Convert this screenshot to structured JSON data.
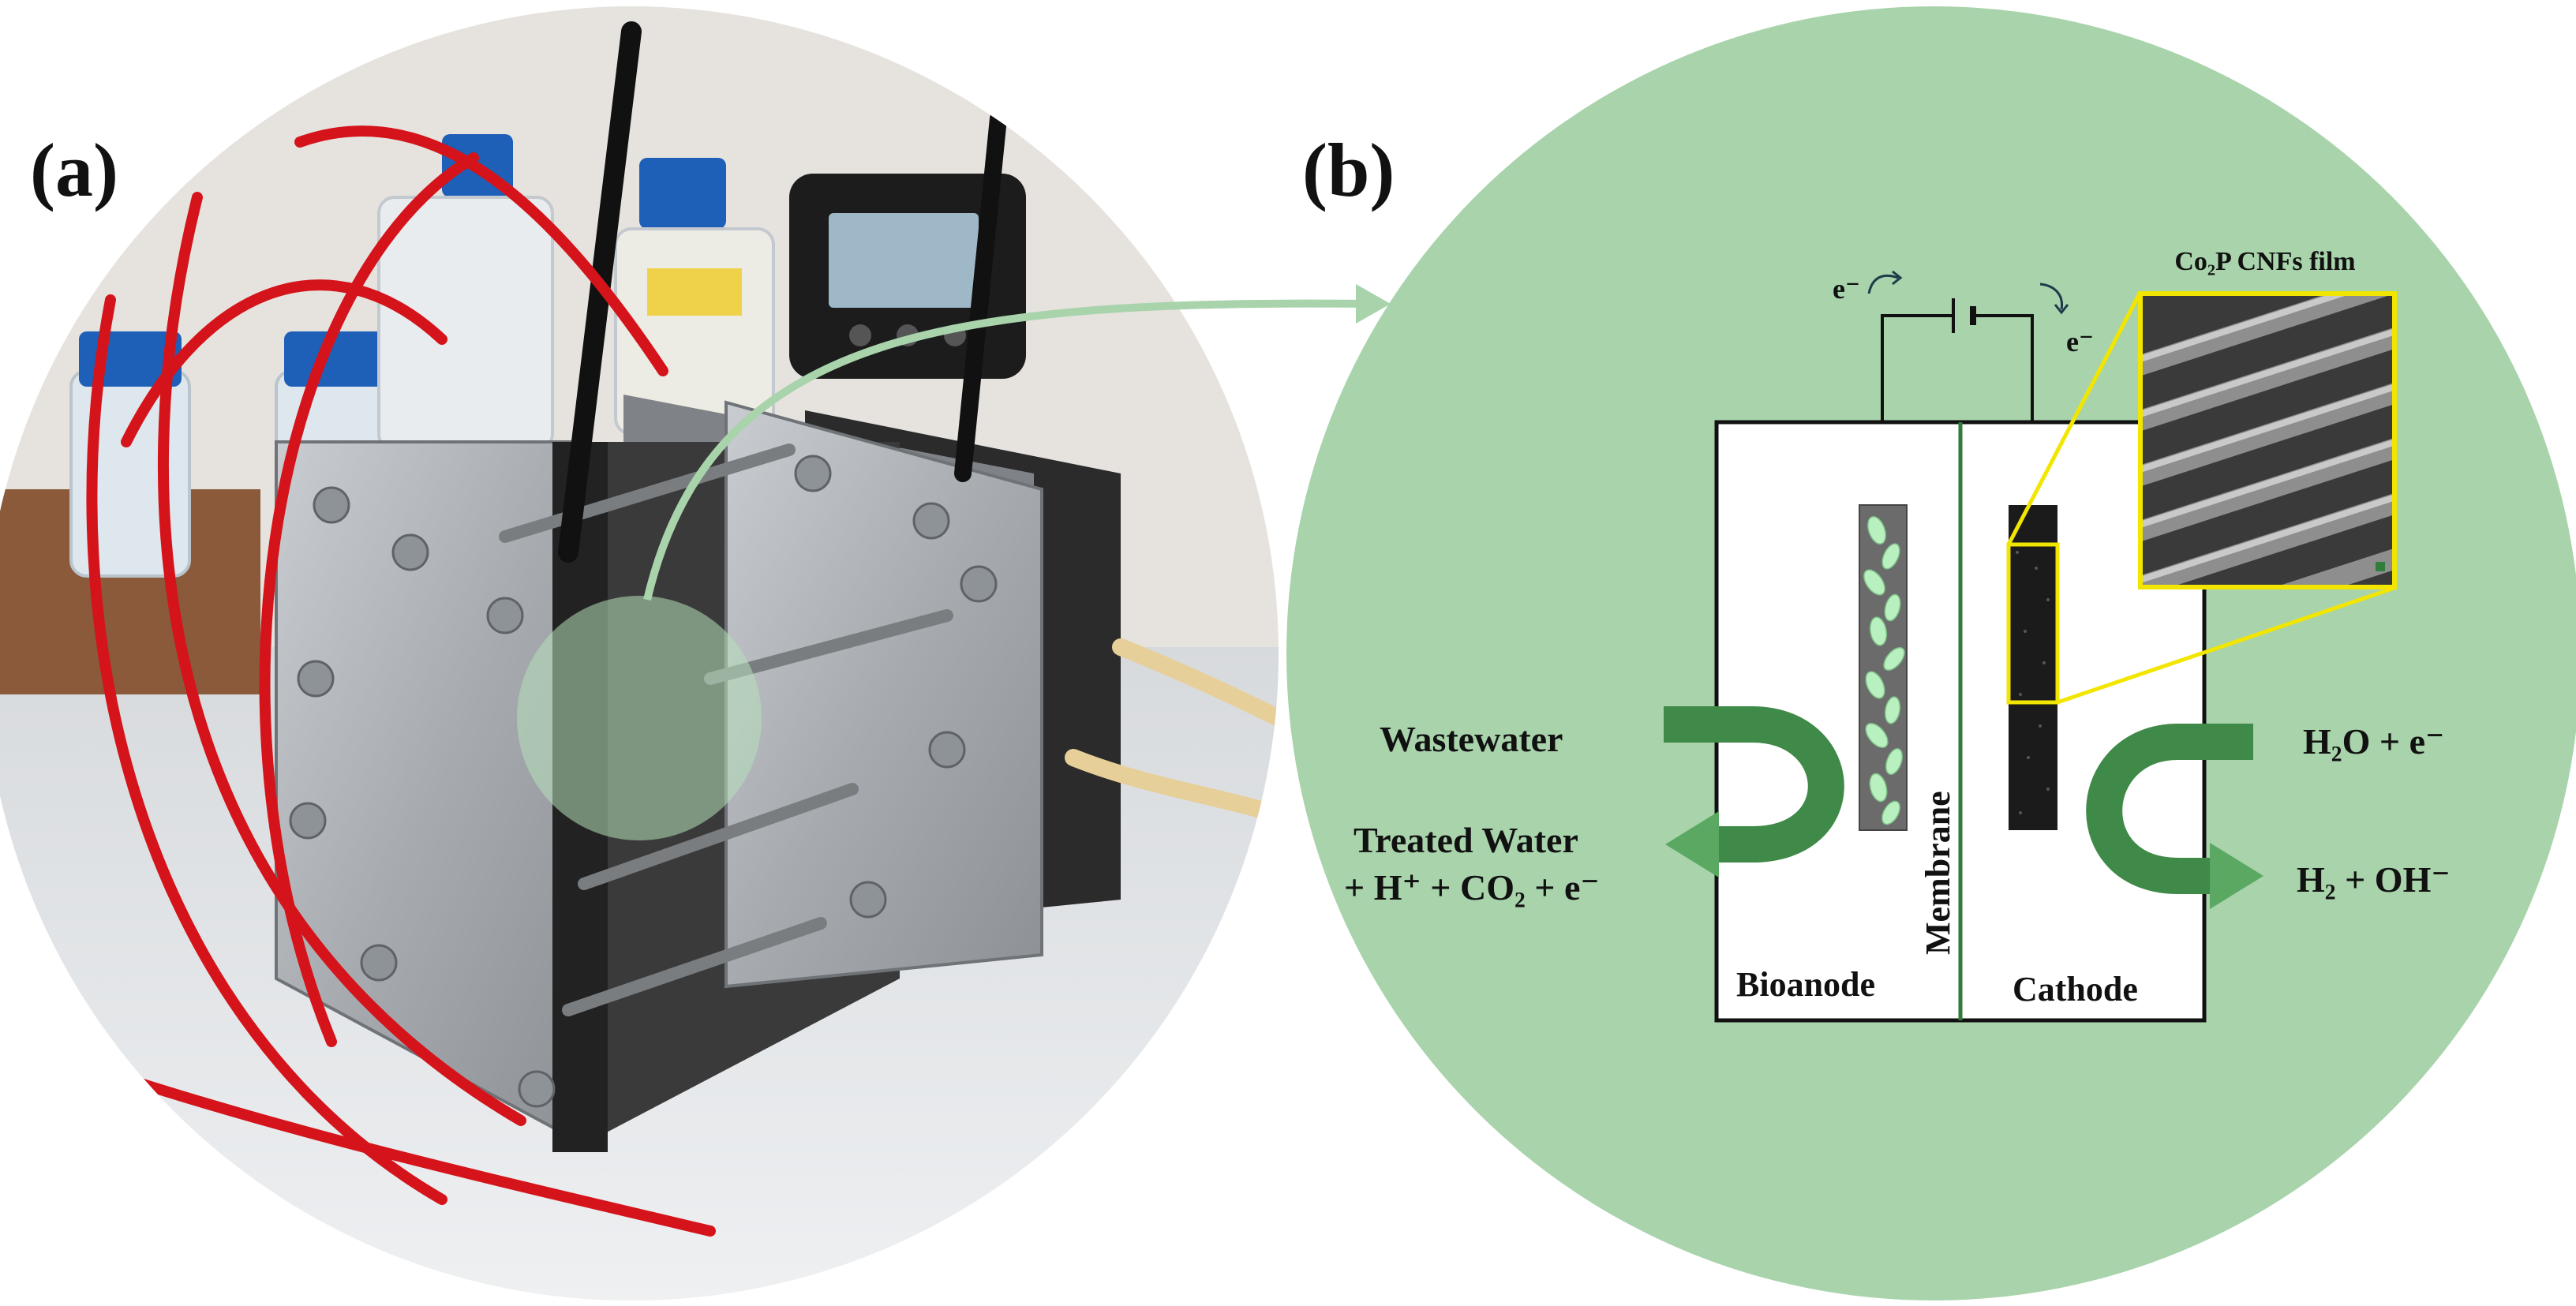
{
  "panels": {
    "a": "(a)",
    "b": "(b)"
  },
  "diagram": {
    "inset_title": "Co₂P CNFs film",
    "electron_left": "e⁻",
    "electron_right": "e⁻",
    "membrane": "Membrane",
    "bioanode": "Bioanode",
    "cathode": "Cathode",
    "wastewater": "Wastewater",
    "treated_line1": "Treated Water",
    "treated_line2": "+ H⁺ + CO₂ + e⁻",
    "h2o": "H₂O + e⁻",
    "h2": "H₂ + OH⁻"
  },
  "colors": {
    "circle_fill": "#a8d3ab",
    "arrow_green": "#5aa862",
    "arrow_dark": "#3f8a48",
    "membrane_line": "#2e7d3a",
    "sem_border": "#f2e600",
    "anode_bacteria": "#b8f0c0"
  }
}
